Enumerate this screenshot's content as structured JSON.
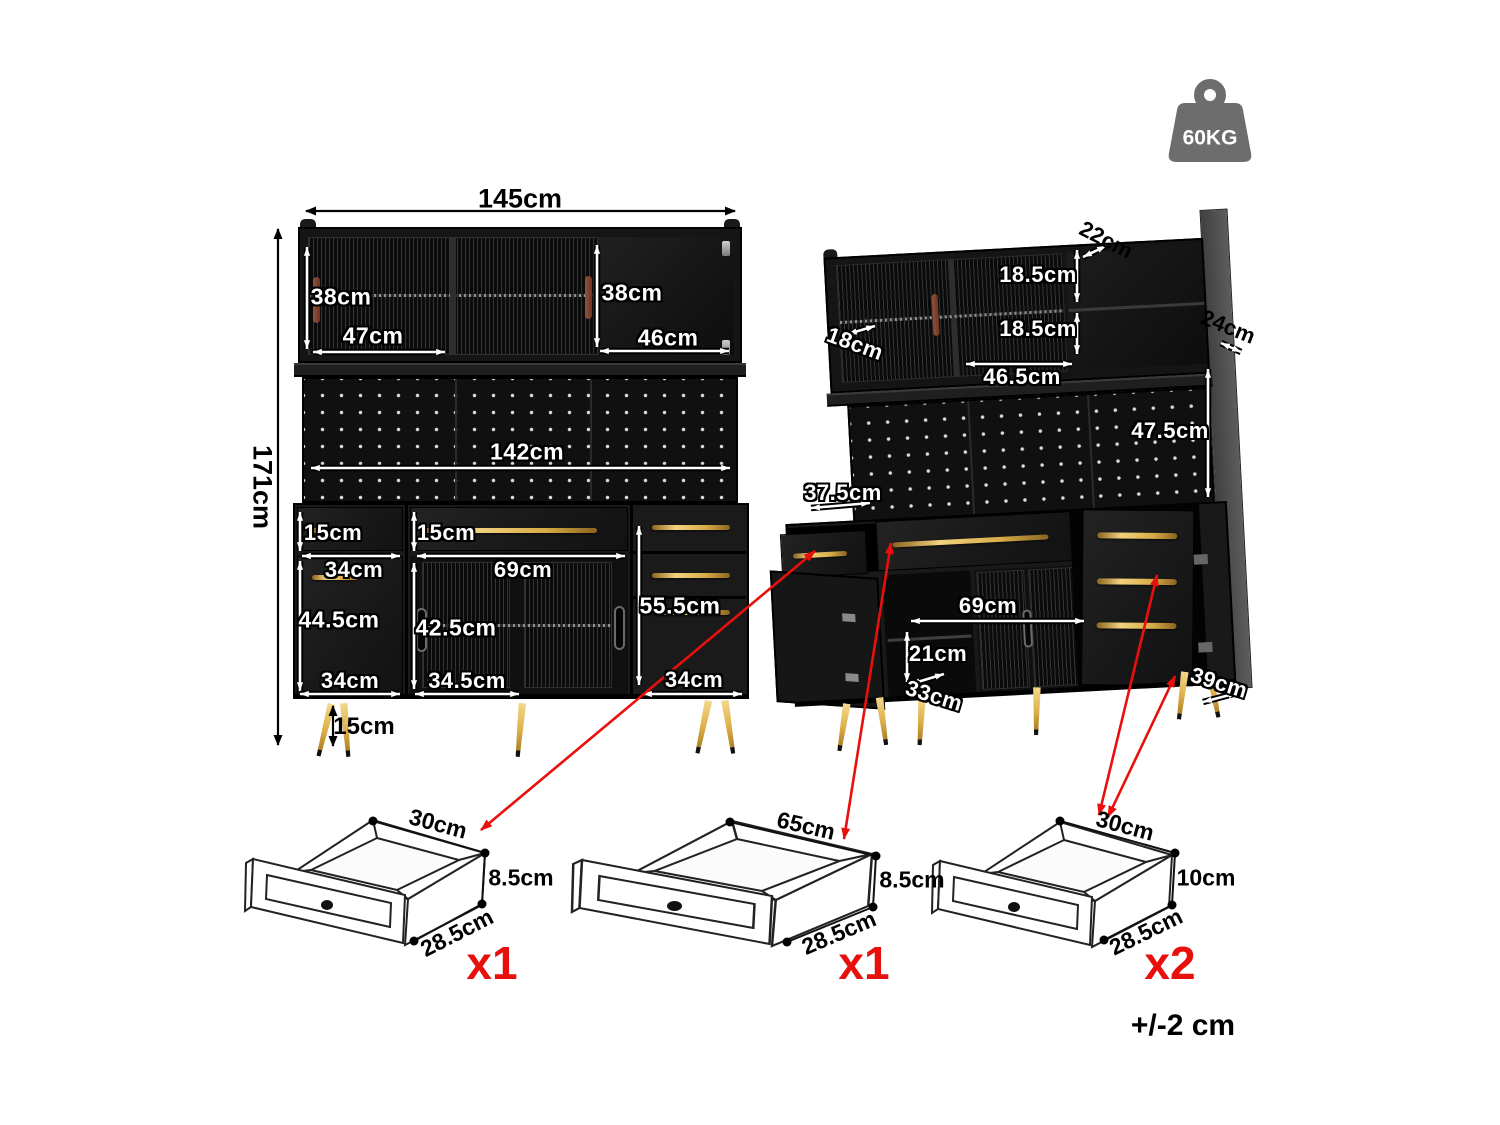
{
  "weight_badge": {
    "label": "60KG"
  },
  "tolerance_note": "+/-2 cm",
  "front_view": {
    "total_width": "145cm",
    "total_height": "171cm",
    "hutch_left_height": "38cm",
    "hutch_left_width": "47cm",
    "hutch_right_height": "38cm",
    "hutch_right_width": "46cm",
    "pegboard_width": "142cm",
    "left_drawer_height": "15cm",
    "left_section_width": "34cm",
    "mid_drawer_height": "15cm",
    "mid_section_width": "69cm",
    "left_door_height": "44.5cm",
    "glass_door_height": "42.5cm",
    "right_stack_height": "55.5cm",
    "left_door_width": "34cm",
    "glass_section_width": "34.5cm",
    "right_section_width": "34cm",
    "leg_height": "15cm"
  },
  "open_view": {
    "top_depth": "22cm",
    "upper_shelf_height": "18.5cm",
    "lower_shelf_height": "18.5cm",
    "shelf_depth": "18cm",
    "side_depth": "24cm",
    "glass_section_width": "46.5cm",
    "pegboard_height": "47.5cm",
    "drawer_depth": "37.5cm",
    "middle_width": "69cm",
    "inner_shelf_height": "21cm",
    "inner_depth": "33cm",
    "base_depth": "39cm"
  },
  "drawer_specs": [
    {
      "width": "30cm",
      "height": "8.5cm",
      "depth": "28.5cm",
      "quantity": "x1"
    },
    {
      "width": "65cm",
      "height": "8.5cm",
      "depth": "28.5cm",
      "quantity": "x1"
    },
    {
      "width": "30cm",
      "height": "10cm",
      "depth": "28.5cm",
      "quantity": "x2"
    }
  ],
  "colors": {
    "cabinet_black": "#151515",
    "accent_gold": "#d7ab46",
    "handle_brown": "#7e4630",
    "arrow_red": "#e8100c",
    "weight_gray": "#6d6d6d"
  }
}
